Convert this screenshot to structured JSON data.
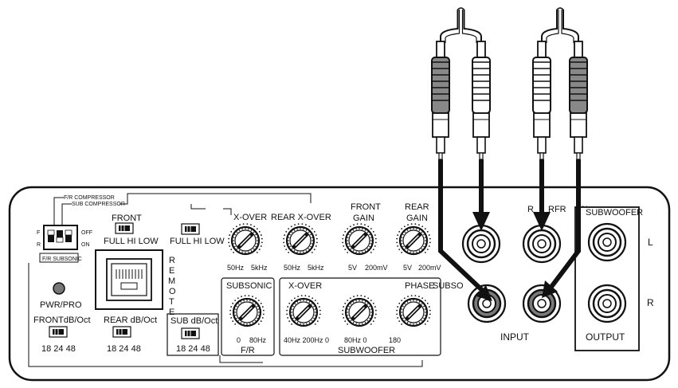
{
  "switches": {
    "fr_compressor": "F/R COMPRESSOR",
    "sub_compressor": "SUB COMPRESSOR",
    "f": "F",
    "r": "R",
    "off": "OFF",
    "on": "ON",
    "fr_subsonic": "F/R SUBSONIC"
  },
  "front_switch": {
    "title": "FRONT",
    "options": "FULL  HI  LOW"
  },
  "rear_switch": {
    "options": "FULL  HI  LOW"
  },
  "remote": [
    "R",
    "E",
    "M",
    "O",
    "T",
    "E"
  ],
  "pwr": "PWR/PRO",
  "front_slope": {
    "title": "FRONTdB/Oct",
    "values": "18  24  48"
  },
  "rear_slope": {
    "title": "REAR dB/Oct",
    "values": "18  24  48"
  },
  "sub_slope": {
    "title": "SUB dB/Oct",
    "values": "18  24  48"
  },
  "knobs_top": [
    {
      "title1": "X-OVER",
      "title2": "",
      "min": "50Hz",
      "max": "5kHz"
    },
    {
      "title1": "REAR X-OVER",
      "title2": "",
      "min": "50Hz",
      "max": "5kHz"
    },
    {
      "title1": "FRONT",
      "title2": "GAIN",
      "min": "5V",
      "max": "200mV"
    },
    {
      "title1": "REAR",
      "title2": "GAIN",
      "min": "5V",
      "max": "200mV"
    }
  ],
  "subsonic": {
    "title": "SUBSONIC",
    "min": "0",
    "max": "80Hz",
    "foot": "F/R"
  },
  "sub_section": {
    "xover": "X-OVER",
    "phase": "PHASE",
    "subsonic_cut": "SUBSO",
    "range1": "40Hz   200Hz 0",
    "range2": "80Hz 0",
    "range3": "180",
    "foot": "SUBWOOFER"
  },
  "inputs": {
    "label": "INPUT",
    "head1": "R",
    "head2": "RFR",
    "head3": "N"
  },
  "outputs": {
    "title": "SUBWOOFER",
    "label": "OUTPUT",
    "l": "L",
    "r": "R"
  },
  "colors": {
    "line": "#111111",
    "panel": "#ffffff",
    "rca_dark": "#888888",
    "rca_light": "#ffffff",
    "jack_dark": "#7a7a7a"
  }
}
